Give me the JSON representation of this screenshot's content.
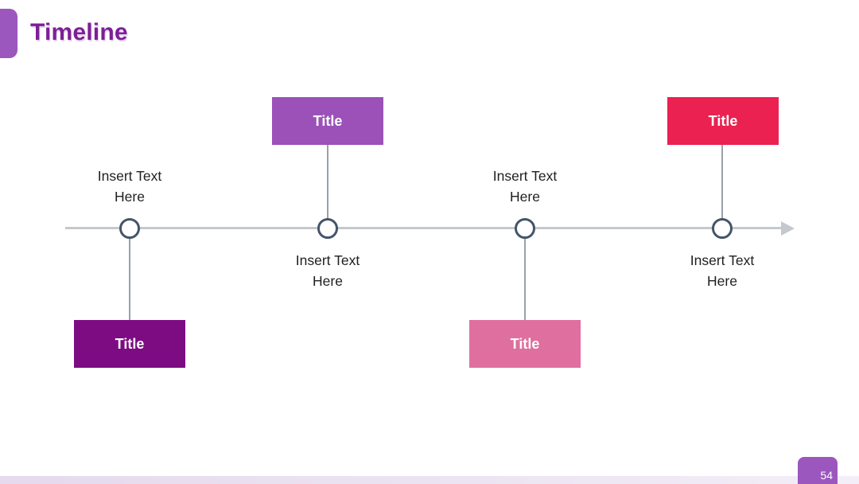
{
  "slide": {
    "title": "Timeline",
    "title_color": "#7d1f96",
    "accent_color": "#9c57be",
    "page_number": "54"
  },
  "timeline": {
    "axis_color": "#c5c8cc",
    "node_outline_color": "#44546a",
    "connector_color": "#99a1a8",
    "nodes": [
      {
        "label_line1": "Insert Text",
        "label_line2": "Here",
        "label_side": "above",
        "box_label": "Title",
        "box_color": "#7d0b82",
        "box_side": "below"
      },
      {
        "label_line1": "Insert Text",
        "label_line2": "Here",
        "label_side": "below",
        "box_label": "Title",
        "box_color": "#9b51b8",
        "box_side": "above"
      },
      {
        "label_line1": "Insert Text",
        "label_line2": "Here",
        "label_side": "above",
        "box_label": "Title",
        "box_color": "#de6f9f",
        "box_side": "below"
      },
      {
        "label_line1": "Insert Text",
        "label_line2": "Here",
        "label_side": "below",
        "box_label": "Title",
        "box_color": "#ea2151",
        "box_side": "above"
      }
    ]
  },
  "footer": {
    "strip_gradient_css": "linear-gradient(90deg, #e5daee 0%, #ece4f2 55%, #f3eef8 100%)",
    "page_badge_color": "#9c57be"
  }
}
